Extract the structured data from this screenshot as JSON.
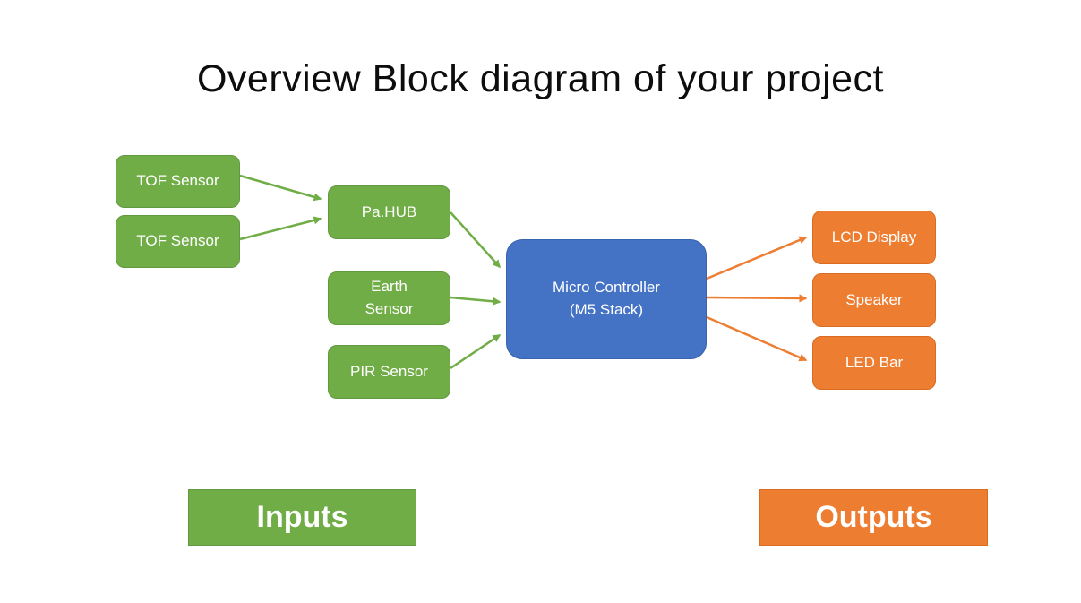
{
  "title": "Overview Block diagram of your project",
  "colors": {
    "green": "#70AD47",
    "orange": "#ED7D31",
    "blue": "#4472C4",
    "background": "#ffffff",
    "title_text": "#0d0d0d"
  },
  "nodes": {
    "tof_sensor_1": {
      "label": "TOF Sensor"
    },
    "tof_sensor_2": {
      "label": "TOF Sensor"
    },
    "pa_hub": {
      "label": "Pa.HUB"
    },
    "earth_sensor": {
      "label": "Earth\nSensor"
    },
    "pir_sensor": {
      "label": "PIR Sensor"
    },
    "micro_controller": {
      "label": "Micro Controller\n(M5 Stack)"
    },
    "lcd_display": {
      "label": "LCD Display"
    },
    "speaker": {
      "label": "Speaker"
    },
    "led_bar": {
      "label": "LED Bar"
    }
  },
  "connections": [
    {
      "from": "tof_sensor_1",
      "to": "pa_hub",
      "color": "green"
    },
    {
      "from": "tof_sensor_2",
      "to": "pa_hub",
      "color": "green"
    },
    {
      "from": "pa_hub",
      "to": "micro_controller",
      "color": "green"
    },
    {
      "from": "earth_sensor",
      "to": "micro_controller",
      "color": "green"
    },
    {
      "from": "pir_sensor",
      "to": "micro_controller",
      "color": "green"
    },
    {
      "from": "micro_controller",
      "to": "lcd_display",
      "color": "orange"
    },
    {
      "from": "micro_controller",
      "to": "speaker",
      "color": "orange"
    },
    {
      "from": "micro_controller",
      "to": "led_bar",
      "color": "orange"
    }
  ],
  "legend": {
    "inputs_label": "Inputs",
    "outputs_label": "Outputs"
  }
}
